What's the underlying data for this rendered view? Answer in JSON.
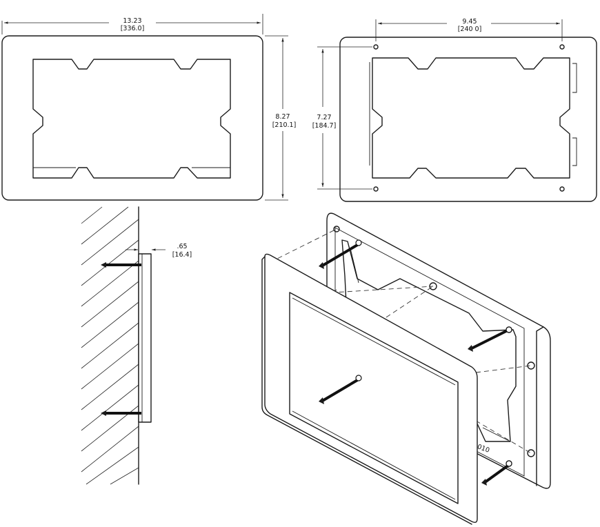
{
  "front_view": {
    "width_in": "13.23",
    "width_mm": "[336.0]",
    "height_in": "8.27",
    "height_mm": "[210.1]"
  },
  "back_view": {
    "hole_spacing_in": "9.45",
    "hole_spacing_mm": "[240 0]",
    "height_in": "7.27",
    "height_mm": "[184.7]"
  },
  "side_view": {
    "depth_in": ".65",
    "depth_mm": "[16.4]"
  },
  "iso_view": {
    "part_mark": "010"
  }
}
